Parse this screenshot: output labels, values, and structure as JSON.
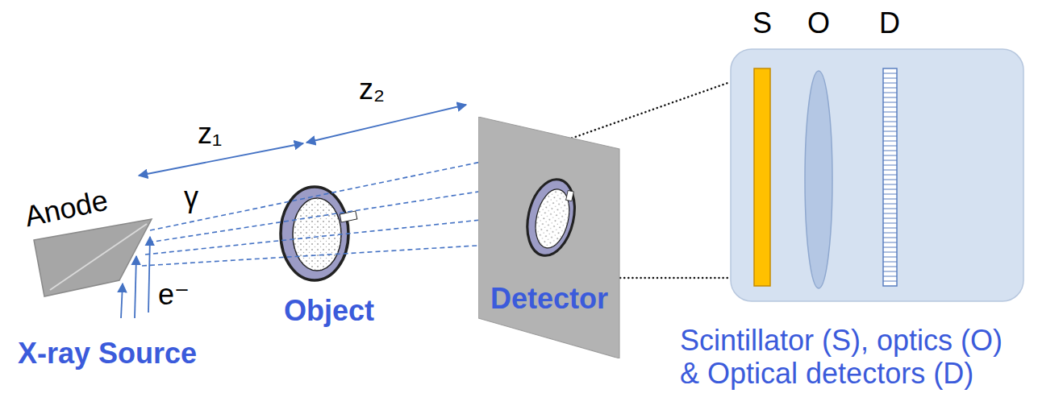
{
  "diagram": {
    "nodes": [
      {
        "text": [
          "Detector"
        ]
      },
      {
        "text": [
          "S",
          "O",
          "D",
          "Scintillator (S), optics (O) & Optical detectors (D)"
        ]
      }
    ],
    "edges": [
      {
        "from": 0,
        "to": 1,
        "arrow": "none"
      }
    ],
    "labels": [
      "z₁",
      "z₂",
      "Anode",
      "γ",
      "e⁻",
      "X-ray Source",
      "Object"
    ]
  }
}
